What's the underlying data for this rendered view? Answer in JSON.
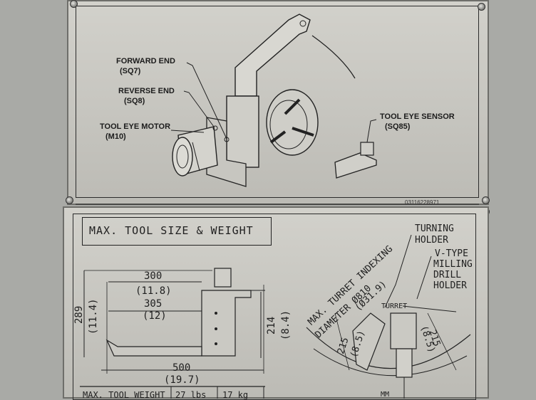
{
  "top_plate": {
    "labels": {
      "forward_end": "FORWARD END",
      "forward_end_code": "(SQ7)",
      "reverse_end": "REVERSE END",
      "reverse_end_code": "(SQ8)",
      "tool_eye_motor": "TOOL EYE MOTOR",
      "tool_eye_motor_code": "(M10)",
      "tool_eye_sensor": "TOOL EYE SENSOR",
      "tool_eye_sensor_code": "(SQ85)"
    },
    "serial": "03116228971"
  },
  "bottom_plate": {
    "title": "MAX. TOOL SIZE & WEIGHT",
    "dimensions": {
      "d300": "300",
      "d300_in": "(11.8)",
      "d305": "305",
      "d305_in": "(12)",
      "d289": "289",
      "d289_in": "(11.4)",
      "d214": "214",
      "d214_in": "(8.4)",
      "d500": "500",
      "d500_in": "(19.7)",
      "d215_left": "215",
      "d215_left_in": "(8.5)",
      "d215_right": "215",
      "d215_right_in": "(8.5)"
    },
    "turret": {
      "indexing_line1": "MAX. TURRET INDEXING",
      "indexing_line2": "DIAMETER Ø810",
      "indexing_line3": "(Ø31.9)",
      "turret_label": "TURRET",
      "turning_holder_1": "TURNING",
      "turning_holder_2": "HOLDER",
      "vtype_1": "V-TYPE",
      "vtype_2": "MILLING",
      "vtype_3": "DRILL",
      "vtype_4": "HOLDER",
      "unit": "MM"
    },
    "table_partial": {
      "c1": "MAX. TOOL WEIGHT",
      "c2": "27 lbs",
      "c3": "17 kg"
    }
  },
  "colors": {
    "plate": "#cbcac4",
    "ink": "#1f1f1f",
    "background": "#a9aaa6"
  }
}
